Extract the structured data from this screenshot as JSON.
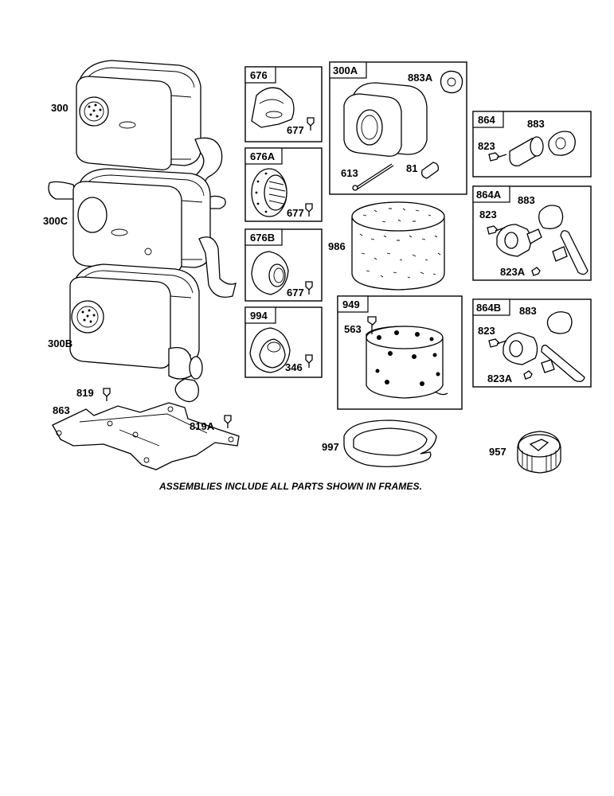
{
  "labels": {
    "muffler_300": "300",
    "muffler_300c": "300C",
    "muffler_300b": "300B",
    "screw_819": "819",
    "bracket_863": "863",
    "screw_819a": "819A",
    "frame_676": "676",
    "screw_677_a": "677",
    "frame_676a": "676A",
    "screw_677_b": "677",
    "frame_676b": "676B",
    "screw_677_c": "677",
    "frame_994": "994",
    "screw_346": "346",
    "frame_300a": "300A",
    "gasket_883a": "883A",
    "pin_613": "613",
    "spacer_81": "81",
    "filter_986": "986",
    "frame_949": "949",
    "screw_563": "563",
    "ring_997": "997",
    "frame_864": "864",
    "gasket_883_a": "883",
    "screw_823_a": "823",
    "frame_864a": "864A",
    "gasket_883_b": "883",
    "screw_823_b": "823",
    "screw_823a_a": "823A",
    "frame_864b": "864B",
    "gasket_883_c": "883",
    "screw_823_c": "823",
    "screw_823a_b": "823A",
    "cap_957": "957"
  },
  "caption": "ASSEMBLIES INCLUDE ALL PARTS SHOWN IN FRAMES."
}
